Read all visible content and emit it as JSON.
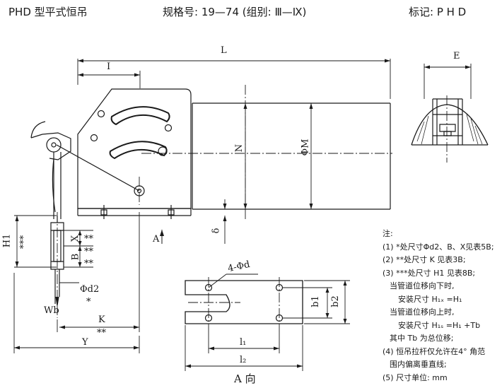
{
  "header": {
    "title": "PHD 型平式恒吊",
    "spec": "规格号: 19—74 (组别: Ⅲ—Ⅸ)",
    "mark": "标记: P H D"
  },
  "dims": {
    "L": "L",
    "I": "I",
    "E": "E",
    "N": "N",
    "PhiM": "ΦM",
    "delta": "δ",
    "A_dir": "A",
    "H1": "H1",
    "H1_stars": "***",
    "X": "X",
    "B": "B",
    "stars2a": "**",
    "stars2b": "**",
    "stars2c": "**",
    "Phi_d2": "Φd2",
    "star1": "*",
    "Wb": "Wb",
    "K": "K",
    "Y": "Y",
    "Y_stars": "**",
    "holes": "4-Φd",
    "b1": "b1",
    "b2": "b2",
    "l1": "l₁",
    "l2": "l₂",
    "view_label": "A 向"
  },
  "notes": {
    "title": "注:",
    "n1": "(1) *处尺寸Φd2、B、X见表5B;",
    "n2": "(2) **处尺寸 K 见表3B;",
    "n3": "(3) ***处尺寸 H1 见表8B;",
    "n3a": "当管道位移向下时,",
    "n3b": "安装尺寸 H₁ₓ =H₁",
    "n3c": "当管道位移向上时,",
    "n3d": "安装尺寸 H₁ₛ =H₁ +Tb",
    "n3e": "其中 Tb 为总位移;",
    "n4a": "(4) 恒吊拉杆仅允许在4° 角范",
    "n4b": "围内偏离垂直线;",
    "n5": "(5) 尺寸单位: mm"
  }
}
